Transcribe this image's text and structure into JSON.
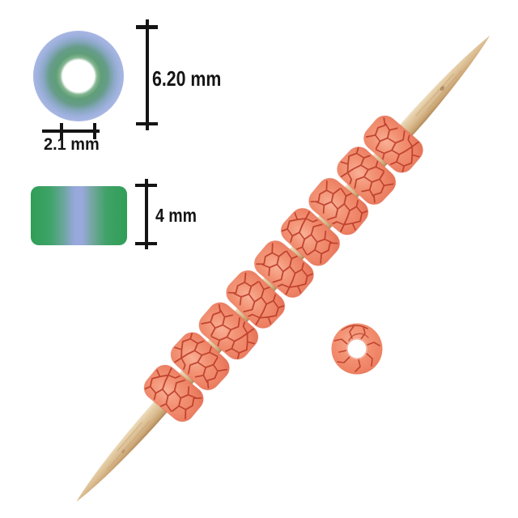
{
  "measurements": {
    "outer_diameter_label": "6.20 mm",
    "hole_diameter_label": "2.1 mm",
    "thickness_label": "4 mm"
  },
  "objects": {
    "strand_bead_count": 9,
    "loose_bead_count": 1,
    "bead_top_view": "green-blue ring with white hole",
    "bead_side_view": "green-blue rounded rectangle",
    "strand": "coral crackle beads on wooden toothpick"
  },
  "colors": {
    "background": "#ffffff",
    "annotation": "#141414",
    "bead_base": "#ef8365",
    "bead_highlight": "#f8b096",
    "bead_crackle": "#bc3e2b",
    "toothpick_wood": "#dcbd93",
    "top_view_outer_blue": "#a9b7e3",
    "top_view_inner_green": "#5f9e78",
    "side_view_green": "#2f9e56",
    "side_view_blue": "#98a8dc"
  }
}
